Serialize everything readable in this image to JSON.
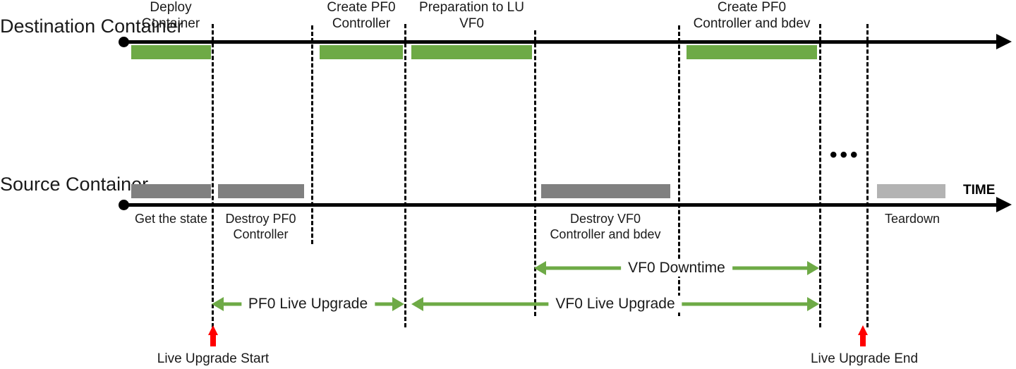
{
  "diagram": {
    "title_absent": true,
    "time_axis_label": "TIME",
    "ellipsis": "•••",
    "colors": {
      "destination_bar": "#6EAA46",
      "source_bar": "#808080",
      "source_bar_light": "#B3B3B3",
      "axis": "#000000",
      "event_marker": "#FF0000",
      "measure_arrow": "#6EAA46"
    }
  },
  "rows": [
    {
      "id": "destination",
      "label": "Destination\nContainer",
      "tasks": [
        {
          "label": "Deploy\nContainer",
          "label_position": "above"
        },
        {
          "label": "Create PF0\nController",
          "label_position": "above"
        },
        {
          "label": "Preparation to LU\nVF0",
          "label_position": "above"
        },
        {
          "label": "Create PF0\nController and bdev",
          "label_position": "above"
        }
      ]
    },
    {
      "id": "source",
      "label": "Source\nContainer",
      "tasks": [
        {
          "label": "Get the state",
          "label_position": "below"
        },
        {
          "label": "Destroy PF0\nController",
          "label_position": "below"
        },
        {
          "label": "Destroy VF0\nController and bdev",
          "label_position": "below"
        },
        {
          "label": "Teardown",
          "label_position": "below"
        }
      ]
    }
  ],
  "measures": [
    {
      "id": "vf0-downtime",
      "label": "VF0 Downtime"
    },
    {
      "id": "pf0-live-upgrade",
      "label": "PF0 Live Upgrade"
    },
    {
      "id": "vf0-live-upgrade",
      "label": "VF0 Live Upgrade"
    }
  ],
  "events": [
    {
      "id": "live-upgrade-start",
      "label": "Live Upgrade Start"
    },
    {
      "id": "live-upgrade-end",
      "label": "Live Upgrade End"
    }
  ]
}
